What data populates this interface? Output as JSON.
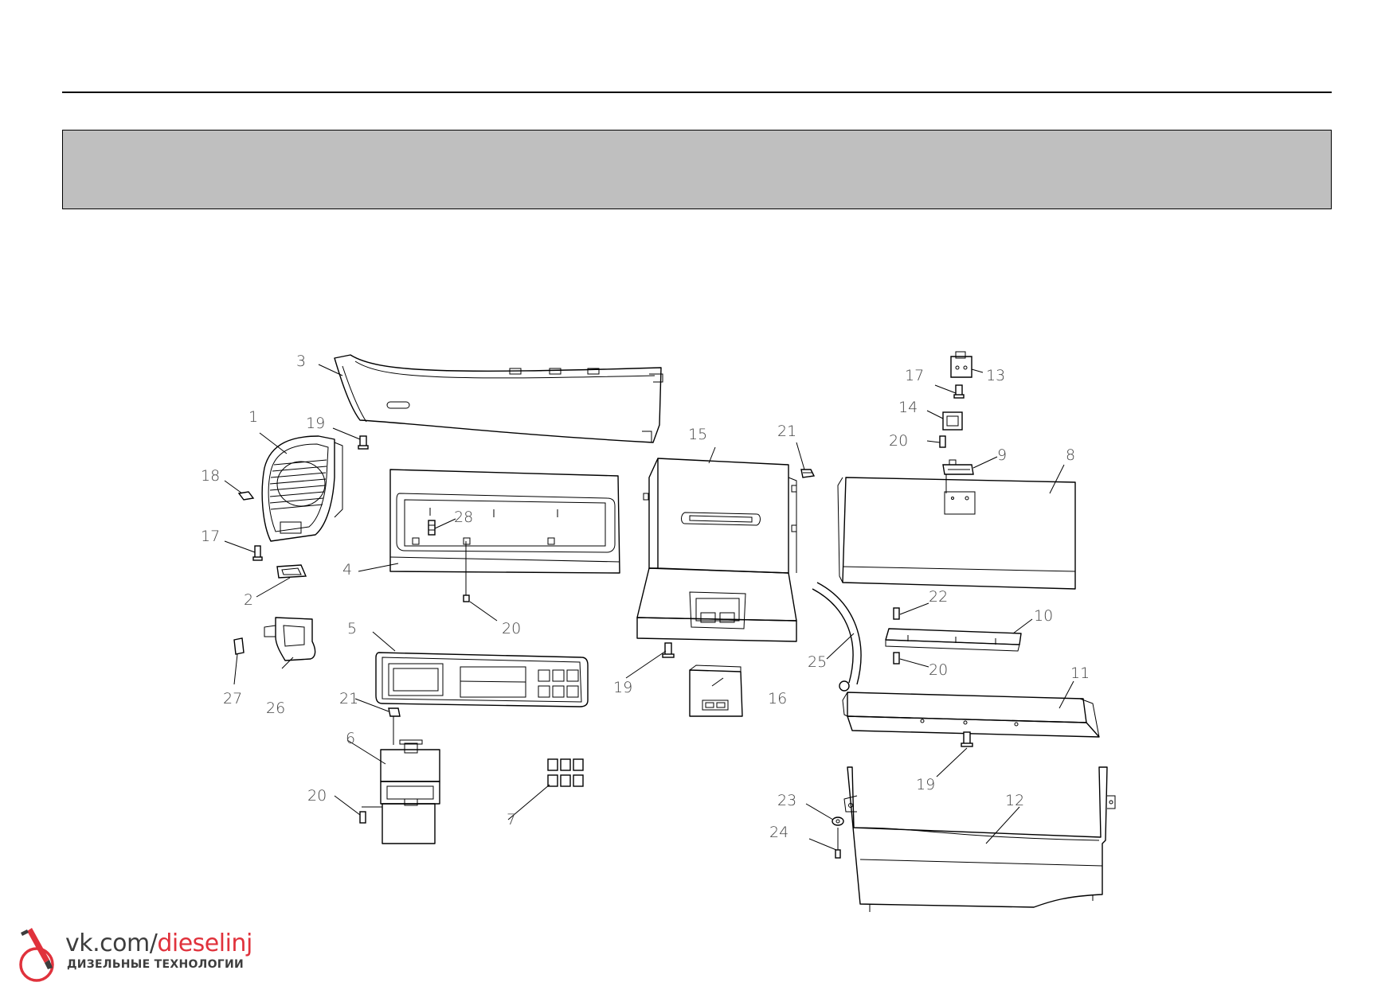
{
  "labels": {
    "p1": "1",
    "p2": "2",
    "p3": "3",
    "p4": "4",
    "p5": "5",
    "p6": "6",
    "p7": "7",
    "p8": "8",
    "p9": "9",
    "p10": "10",
    "p11": "11",
    "p12": "12",
    "p13": "13",
    "p14": "14",
    "p15": "15",
    "p16": "16",
    "p17a": "17",
    "p17b": "17",
    "p18": "18",
    "p19a": "19",
    "p19b": "19",
    "p19c": "19",
    "p20a": "20",
    "p20b": "20",
    "p20c": "20",
    "p20d": "20",
    "p21a": "21",
    "p21b": "21",
    "p22": "22",
    "p23": "23",
    "p24": "24",
    "p25": "25",
    "p26": "26",
    "p27": "27",
    "p28": "28"
  },
  "watermark": {
    "url_prefix": "vk.com/",
    "url_accent": "dieselinj",
    "subtitle": "ДИЗЕЛЬНЫЕ ТЕХНОЛОГИИ"
  },
  "colors": {
    "header_band": "#bfbfbf",
    "accent": "#e0323c",
    "ink": "#000000"
  }
}
